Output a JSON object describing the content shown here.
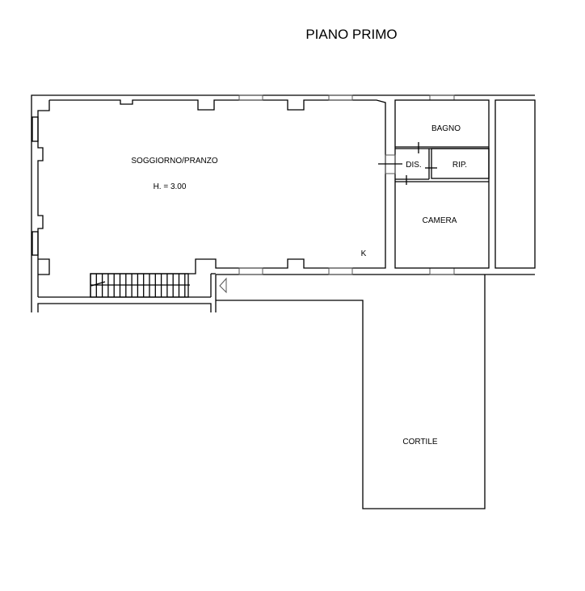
{
  "title": "PIANO PRIMO",
  "rooms": {
    "soggiorno": "SOGGIORNO/PRANZO",
    "height": "H. = 3.00",
    "kitchen_mark": "K",
    "bagno": "BAGNO",
    "dis": "DIS.",
    "rip": "RIP.",
    "camera": "CAMERA",
    "cortile": "CORTILE"
  }
}
